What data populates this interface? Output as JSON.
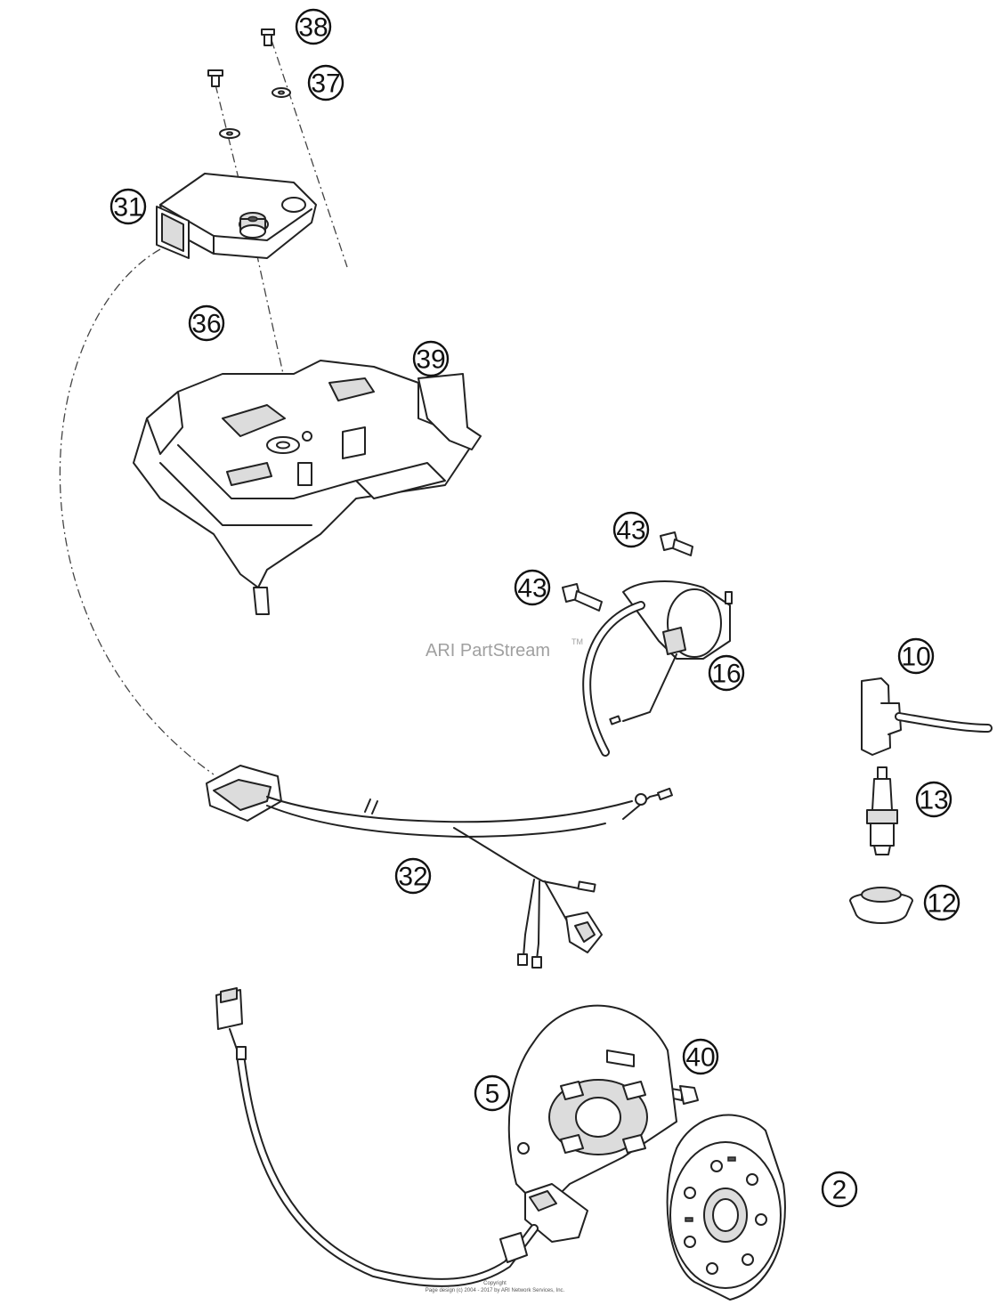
{
  "watermark": {
    "text": "ARI PartStream",
    "tm": "TM"
  },
  "copyright": {
    "line1": "Copyright",
    "line2": "Page design (c) 2004 - 2017 by ARI Network Services, Inc."
  },
  "callouts": [
    {
      "id": "38",
      "label": "38"
    },
    {
      "id": "37",
      "label": "37"
    },
    {
      "id": "31",
      "label": "31"
    },
    {
      "id": "36",
      "label": "36"
    },
    {
      "id": "39",
      "label": "39"
    },
    {
      "id": "43a",
      "label": "43"
    },
    {
      "id": "43b",
      "label": "43"
    },
    {
      "id": "16",
      "label": "16"
    },
    {
      "id": "10",
      "label": "10"
    },
    {
      "id": "13",
      "label": "13"
    },
    {
      "id": "12",
      "label": "12"
    },
    {
      "id": "32",
      "label": "32"
    },
    {
      "id": "40",
      "label": "40"
    },
    {
      "id": "5",
      "label": "5"
    },
    {
      "id": "2",
      "label": "2"
    }
  ]
}
